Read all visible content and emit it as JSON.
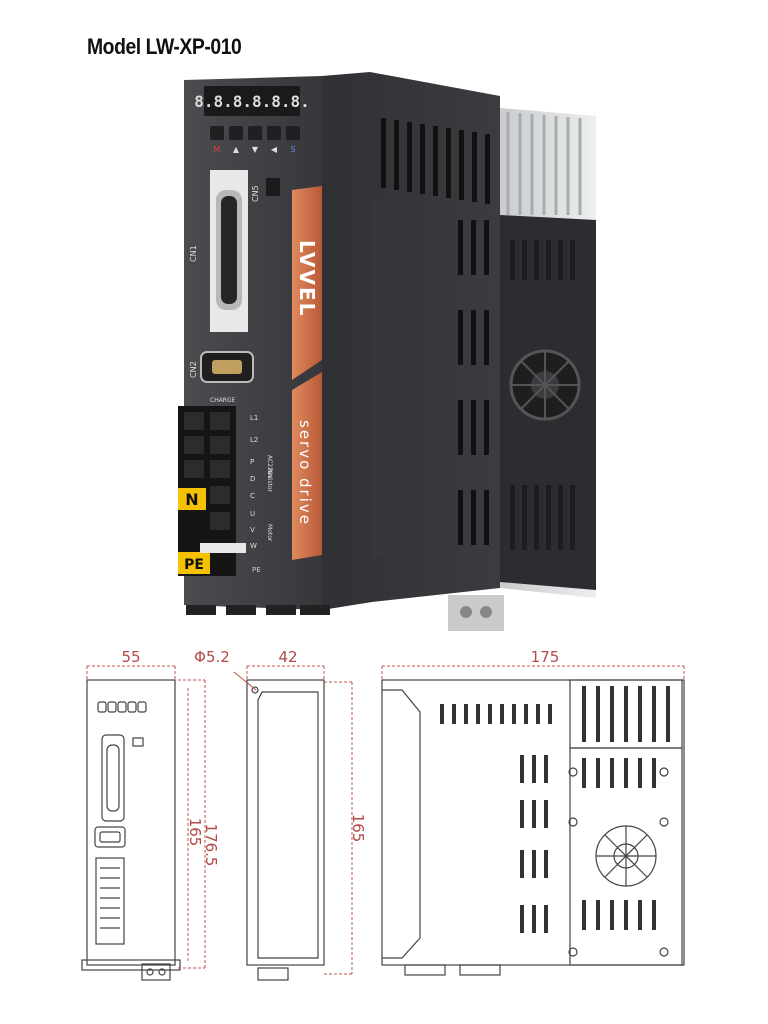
{
  "title": "Model LW-XP-010",
  "device": {
    "display_digits": "8.8.8.8.8.8.",
    "keys": [
      "M",
      "▲",
      "▼",
      "◀",
      "S"
    ],
    "brand": "LVVEL",
    "tagline": "servo drive",
    "connectors": [
      "CN1",
      "CN2",
      "CN5"
    ],
    "charge_label": "CHARGE",
    "terminal_labels": [
      "L1",
      "L2",
      "P",
      "D",
      "C",
      "U",
      "V",
      "W"
    ],
    "voltage_label": "AC220V",
    "resistor_label": "Resistor",
    "motor_label": "Motor",
    "n_label": "N",
    "pe_label": "PE",
    "pe_small": "PE"
  },
  "dimensions": {
    "front_width": "55",
    "depth_top": "42",
    "hole": "Φ5.2",
    "side_width": "175",
    "height_outer": "176.5",
    "height_inner": "165",
    "height_side": "165"
  },
  "colors": {
    "body": "#3d3f43",
    "body_dark": "#2a2b2e",
    "accent": "#d2714a",
    "heatsink": "#d8dadc",
    "dim_line": "#c0504d",
    "terminal_yellow": "#f4c200"
  }
}
